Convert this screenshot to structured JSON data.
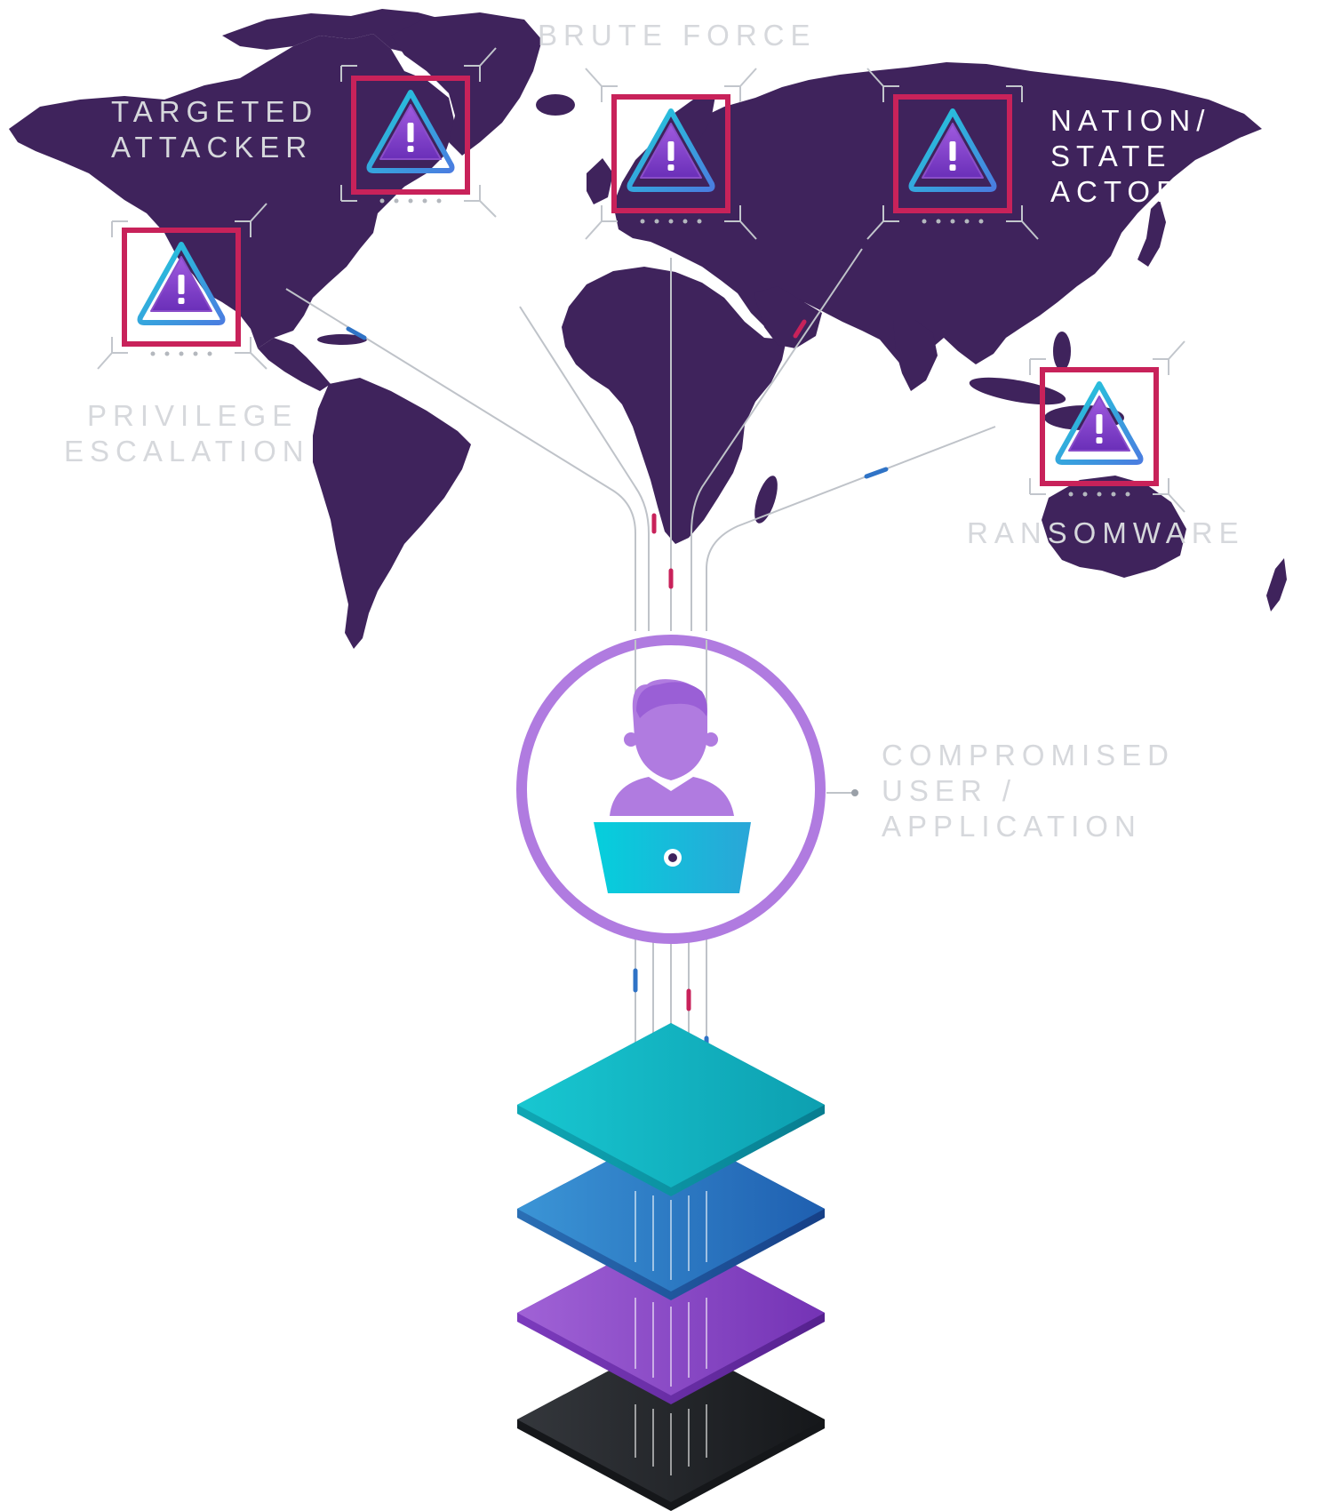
{
  "colors": {
    "map": "#3f235c",
    "alert_frame": "#c8225a",
    "frame_guides": "#c2c6cc",
    "triangle_outer": "#22c1d6",
    "triangle_inner": "#8a4dc9",
    "user_ring": "#b07be0",
    "user_figure": "#b07be0",
    "laptop": "#12c3d8",
    "connector": "#bfc3c9",
    "pulse_red": "#c8225a",
    "pulse_blue": "#2f73c6",
    "label_light": "#d6d8dc",
    "label_dark": "#ffffff",
    "layer_teal": "#13b8c8",
    "layer_blue": "#2d7cc8",
    "layer_purple": "#8a46c9",
    "layer_black": "#26282c"
  },
  "threats": [
    {
      "id": "privilege-escalation",
      "lines": [
        "PRIVILEGE",
        "ESCALATION"
      ],
      "icon": "warning-triangle-icon"
    },
    {
      "id": "targeted-attacker",
      "lines": [
        "TARGETED",
        "ATTACKER"
      ],
      "icon": "warning-triangle-icon"
    },
    {
      "id": "brute-force",
      "lines": [
        "BRUTE FORCE"
      ],
      "icon": "warning-triangle-icon"
    },
    {
      "id": "nation-state-actor",
      "lines": [
        "NATION/",
        "STATE",
        "ACTOR"
      ],
      "icon": "warning-triangle-icon"
    },
    {
      "id": "ransomware",
      "lines": [
        "RANSOMWARE"
      ],
      "icon": "warning-triangle-icon"
    }
  ],
  "target": {
    "lines": [
      "COMPROMISED",
      "USER /",
      "APPLICATION"
    ],
    "icon": "user-at-laptop-icon"
  },
  "stack": {
    "layers": [
      "teal-layer",
      "blue-layer",
      "purple-layer",
      "black-layer"
    ]
  }
}
